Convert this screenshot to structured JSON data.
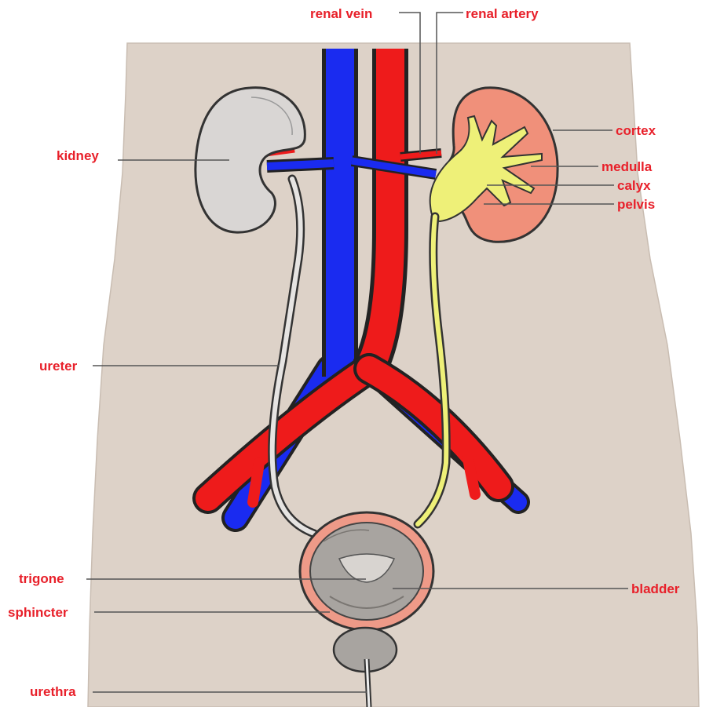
{
  "labels": {
    "renal_vein": "renal vein",
    "renal_artery": "renal artery",
    "kidney": "kidney",
    "cortex": "cortex",
    "medulla": "medulla",
    "calyx": "calyx",
    "pelvis": "pelvis",
    "ureter": "ureter",
    "trigone": "trigone",
    "bladder": "bladder",
    "sphincter": "sphincter",
    "urethra": "urethra"
  },
  "colors": {
    "background": "#ffffff",
    "body": "#ddd2c8",
    "label": "#e8202a",
    "artery": "#ee1b1b",
    "vein": "#1a2bf0",
    "kidney_left": "#d9d6d4",
    "kidney_right": "#f0907a",
    "pelvis": "#eef078",
    "bladder_wall": "#ee9a88",
    "bladder_inner": "#a8a4a0",
    "outline": "#333333"
  }
}
